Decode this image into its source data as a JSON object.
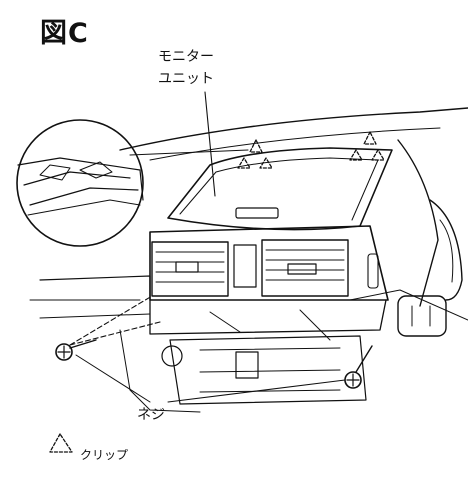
{
  "figure": {
    "title": "図C",
    "labels": {
      "monitor_unit_line1": "モニター",
      "monitor_unit_line2": "ユニット",
      "screw": "ネジ"
    },
    "legend": {
      "clip_label": "クリップ",
      "clip_symbol_icon": "dashed-triangle-icon"
    }
  }
}
